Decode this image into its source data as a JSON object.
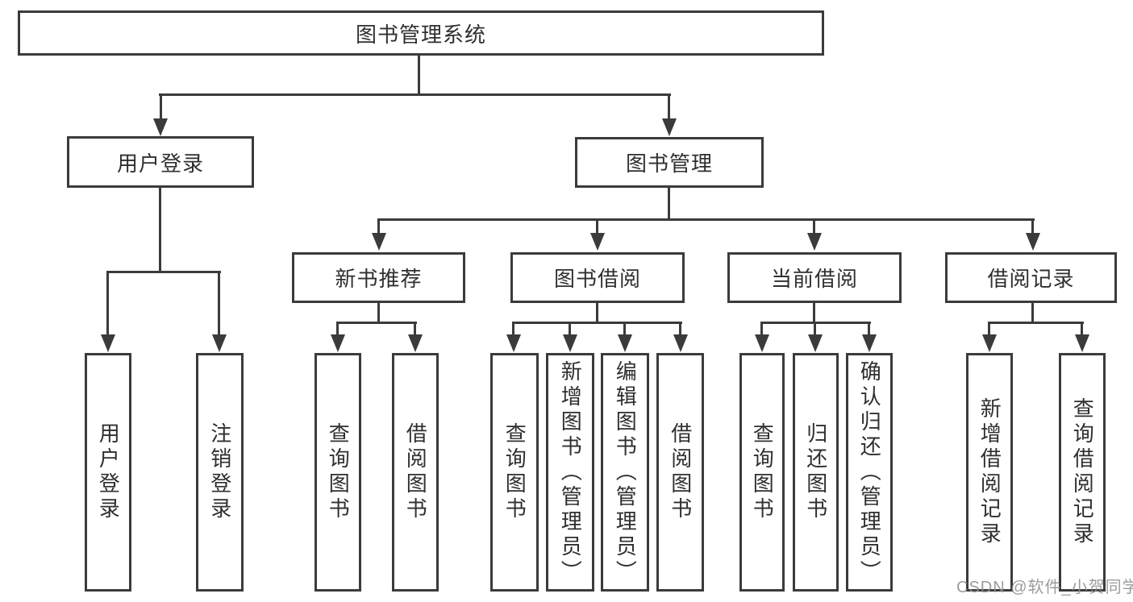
{
  "nodes": {
    "root": {
      "label": "图书管理系统"
    },
    "user_login": {
      "label": "用户登录"
    },
    "book_mgmt": {
      "label": "图书管理"
    },
    "new_book_rec": {
      "label": "新书推荐"
    },
    "book_borrow": {
      "label": "图书借阅"
    },
    "current_borrow": {
      "label": "当前借阅"
    },
    "borrow_records": {
      "label": "借阅记录"
    },
    "leaf_user_login": {
      "label": "用户登录"
    },
    "leaf_logout": {
      "label": "注销登录"
    },
    "leaf_query_books_rec": {
      "label": "查询图书"
    },
    "leaf_borrow_books_rec": {
      "label": "借阅图书"
    },
    "leaf_query_books_borrow": {
      "label": "查询图书"
    },
    "leaf_add_books": {
      "label": "新增图书（管理员）"
    },
    "leaf_edit_books": {
      "label": "编辑图书（管理员）"
    },
    "leaf_borrow_books": {
      "label": "借阅图书"
    },
    "leaf_query_books_current": {
      "label": "查询图书"
    },
    "leaf_return_books": {
      "label": "归还图书"
    },
    "leaf_confirm_return": {
      "label": "确认归还（管理员）"
    },
    "leaf_add_borrow_record": {
      "label": "新增借阅记录"
    },
    "leaf_query_borrow_record": {
      "label": "查询借阅记录"
    }
  },
  "watermark": {
    "text": "CSDN @软件_小贺同学"
  }
}
